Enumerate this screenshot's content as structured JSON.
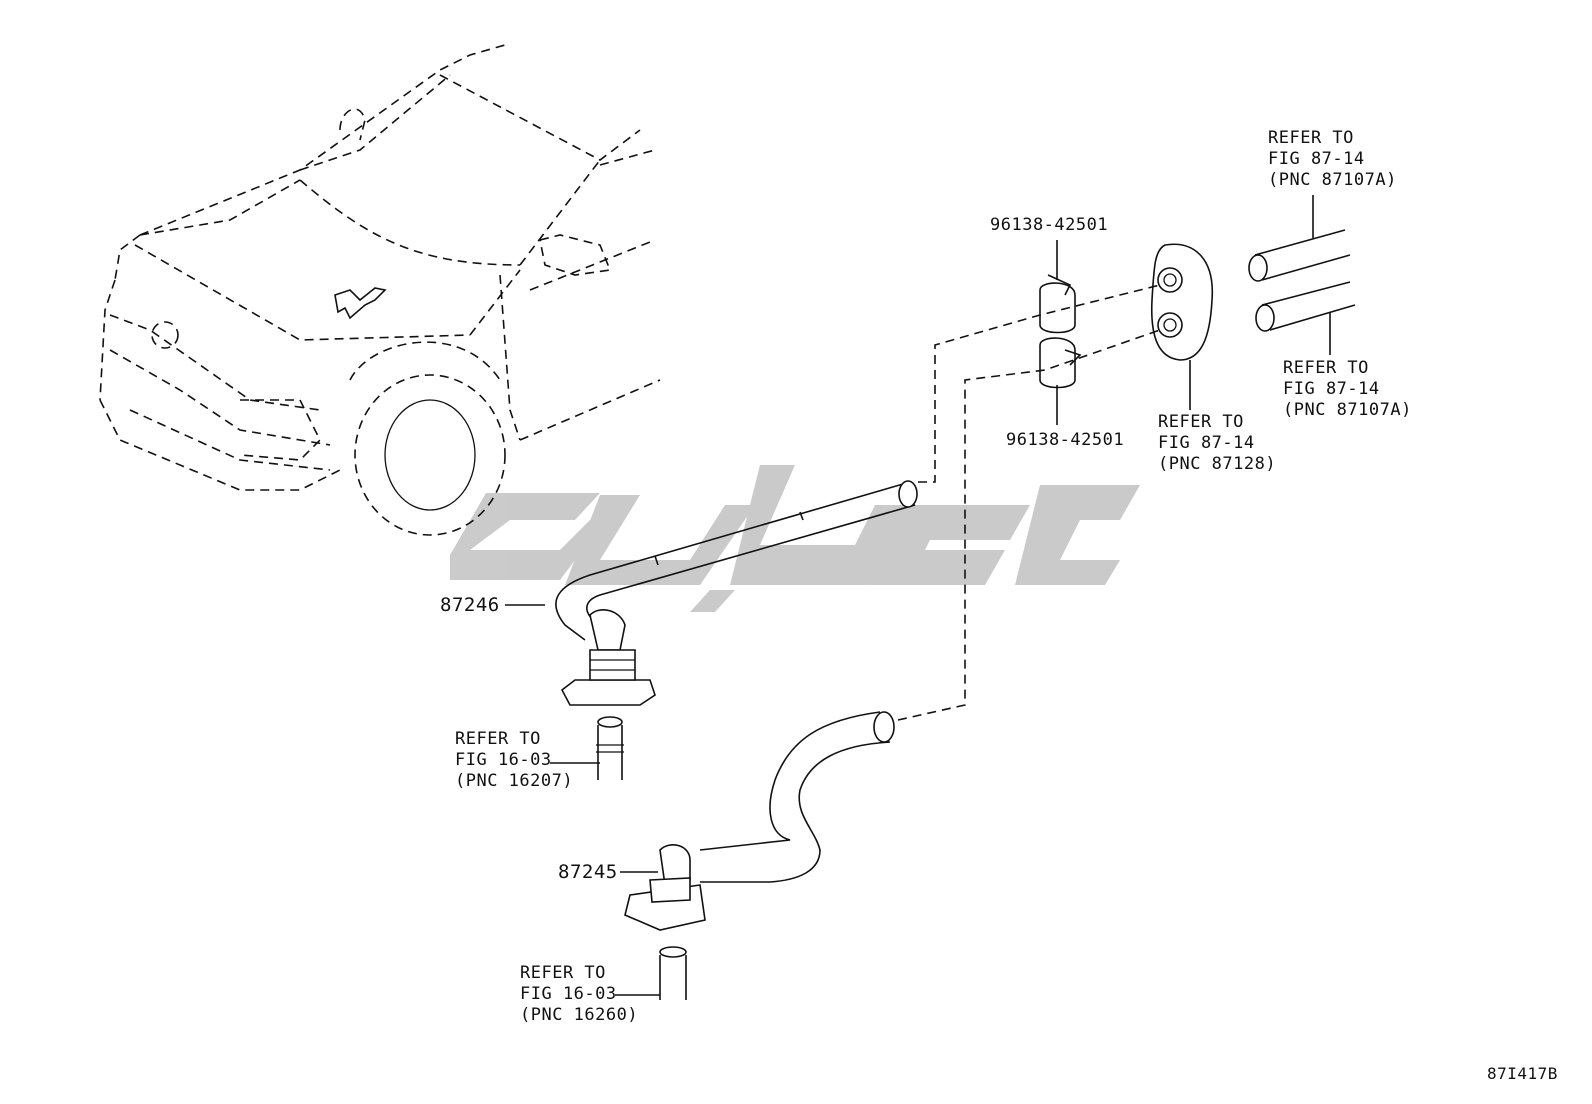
{
  "labels": {
    "clip_top_pn": "96138-42501",
    "clip_bottom_pn": "96138-42501",
    "ref_grommet": [
      "REFER TO",
      "FIG 87-14",
      "(PNC 87128)"
    ],
    "ref_pipe_upper": [
      "REFER TO",
      "FIG 87-14",
      "(PNC 87107A)"
    ],
    "ref_pipe_lower": [
      "REFER TO",
      "FIG 87-14",
      "(PNC 87107A)"
    ],
    "hose_upper_pn": "87246",
    "hose_lower_pn": "87245",
    "ref_port_upper": [
      "REFER TO",
      "FIG 16-03",
      "(PNC 16207)"
    ],
    "ref_port_lower": [
      "REFER TO",
      "FIG 16-03",
      "(PNC 16260)"
    ],
    "diagram_code": "87I417B"
  },
  "icons": [
    "vehicle-outline-icon",
    "heater-hose-icon",
    "hose-clip-icon",
    "grommet-icon",
    "heater-pipe-icon",
    "engine-port-icon",
    "watermark-logo"
  ],
  "colors": {
    "line": "#111111",
    "watermark": "#c8c8c8",
    "background": "#ffffff"
  }
}
